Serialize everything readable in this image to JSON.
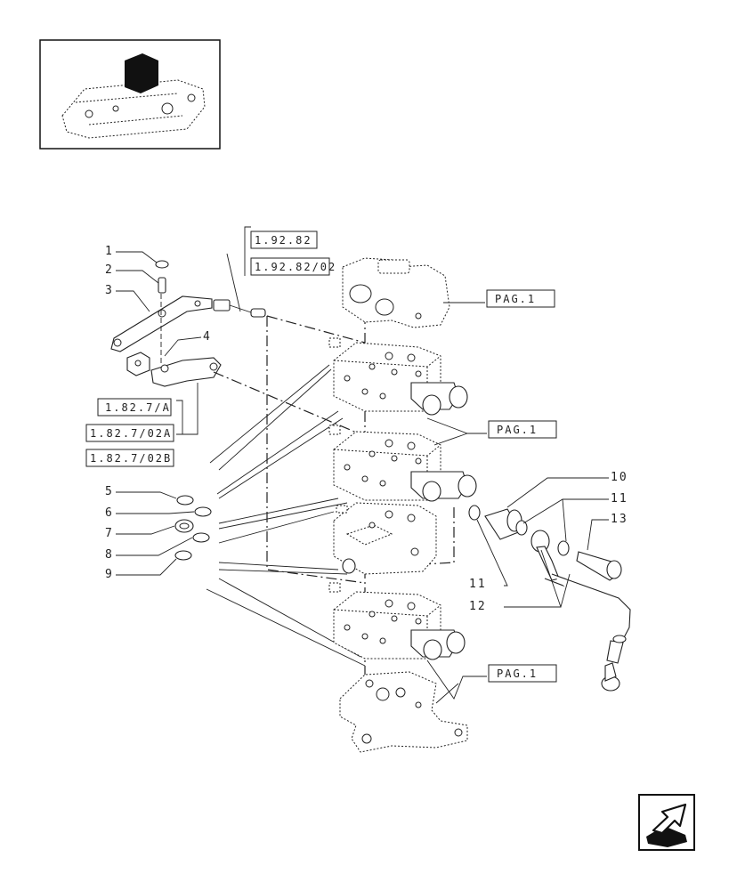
{
  "callouts": {
    "c1": "1",
    "c2": "2",
    "c3": "3",
    "c4": "4",
    "c5": "5",
    "c6": "6",
    "c7": "7",
    "c8": "8",
    "c9": "9",
    "c10": "10",
    "c11a": "11",
    "c11b": "11",
    "c12": "12",
    "c13": "13"
  },
  "references": {
    "r1": "1.92.82",
    "r2": "1.92.82/02",
    "r3": "1.82.7/A",
    "r4": "1.82.7/02A",
    "r5": "1.82.7/02B",
    "pag1": "PAG.1",
    "pag2": "PAG.1",
    "pag3": "PAG.1"
  },
  "icons": {
    "thumbnail": "tractor-rear-housing-thumbnail",
    "navigation": "next-page-arrow-icon"
  }
}
